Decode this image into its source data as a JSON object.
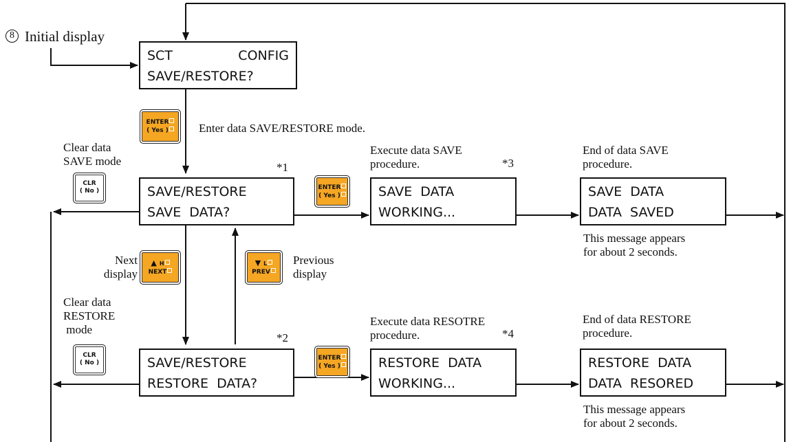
{
  "initial": {
    "number": "8",
    "label": "Initial display"
  },
  "screens": {
    "config": {
      "line1_left": "SCT",
      "line1_right": "CONFIG",
      "line2": "SAVE/RESTORE?"
    },
    "save_menu": {
      "line1": "SAVE/RESTORE",
      "line2": "SAVE  DATA?"
    },
    "restore_menu": {
      "line1": "SAVE/RESTORE",
      "line2": "RESTORE  DATA?"
    },
    "save_working": {
      "line1": "SAVE  DATA",
      "line2": "WORKING..."
    },
    "save_done": {
      "line1": "SAVE  DATA",
      "line2": "DATA  SAVED"
    },
    "restore_working": {
      "line1": "RESTORE  DATA",
      "line2": "WORKING..."
    },
    "restore_done": {
      "line1": "RESTORE  DATA",
      "line2": "DATA  RESORED"
    }
  },
  "keys": {
    "enter": {
      "line1": "ENTER",
      "line2": "( Yes )"
    },
    "clr": {
      "line1": "CLR",
      "line2": "( No )"
    },
    "next": {
      "arrow": "▲",
      "sub": "H",
      "label": "NEXT"
    },
    "prev": {
      "arrow": "▼",
      "sub": "L",
      "label": "PREV"
    }
  },
  "notes": {
    "enter_mode": "Enter data SAVE/RESTORE mode.",
    "clear_save": "Clear data\nSAVE mode",
    "clear_restore": "Clear data\nRESTORE\n mode",
    "next_display": "Next\ndisplay",
    "prev_display": "Previous\ndisplay",
    "exec_save": "Execute data SAVE\nprocedure.",
    "exec_restore": "Execute data RESOTRE\nprocedure.",
    "end_save": "End of data SAVE\nprocedure.",
    "end_restore": "End of data RESTORE\nprocedure.",
    "msg_save": "This message appears\nfor about 2 seconds.",
    "msg_restore": "This message appears\nfor about 2 seconds.",
    "ref1": "*1",
    "ref2": "*2",
    "ref3": "*3",
    "ref4": "*4"
  },
  "colors": {
    "key_orange": "#f5a623",
    "line": "#111111"
  }
}
